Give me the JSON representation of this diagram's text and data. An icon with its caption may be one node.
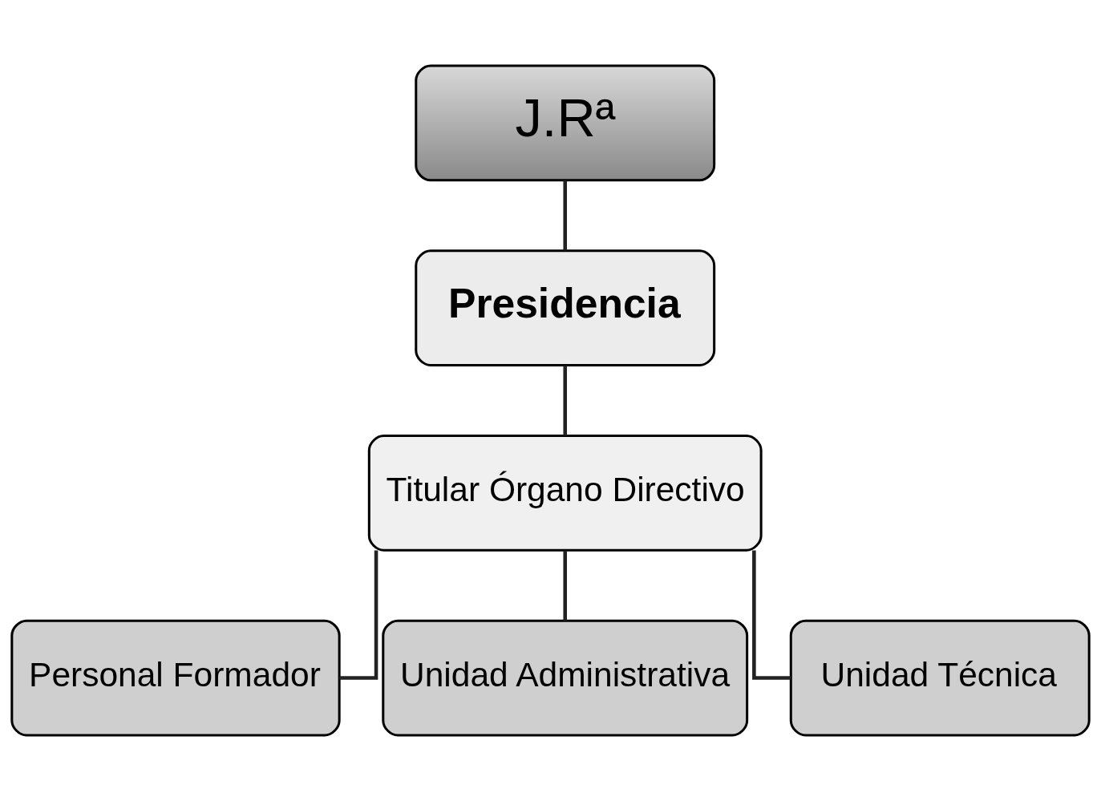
{
  "diagram": {
    "nodes": [
      {
        "text": [
          "J.Rª"
        ]
      },
      {
        "text": [
          "Presidencia"
        ]
      },
      {
        "text": [
          "Titular Órgano Directivo"
        ]
      },
      {
        "text": [
          "Personal Formador"
        ]
      },
      {
        "text": [
          "Unidad Administrativa"
        ]
      },
      {
        "text": [
          "Unidad Técnica"
        ]
      }
    ],
    "edges": [
      {
        "from": 0,
        "to": 1,
        "arrow": "none"
      },
      {
        "from": 1,
        "to": 2,
        "arrow": "none"
      },
      {
        "from": 2,
        "to": 3,
        "arrow": "none"
      },
      {
        "from": 2,
        "to": 4,
        "arrow": "none"
      },
      {
        "from": 2,
        "to": 5,
        "arrow": "none"
      }
    ]
  }
}
